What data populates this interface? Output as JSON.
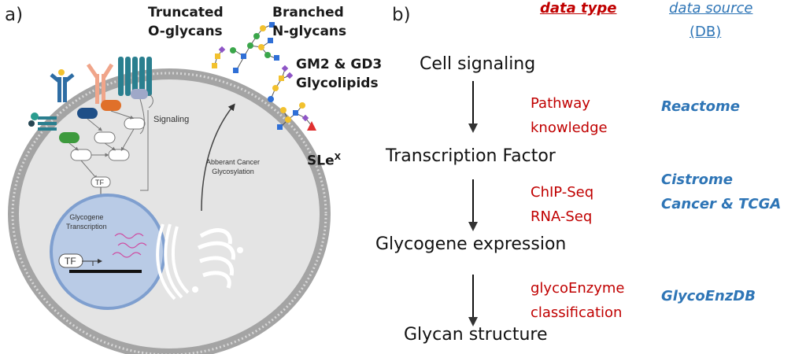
{
  "panel_a": {
    "label": "a)",
    "glycan_labels": {
      "truncated": [
        "Truncated",
        "O-glycans"
      ],
      "branched": [
        "Branched",
        "N-glycans"
      ],
      "gm2": [
        "GM2 & GD3",
        "Glycolipids"
      ],
      "slex_base": "SLe",
      "slex_sup": "X"
    },
    "cell_labels": {
      "signaling": "Signaling",
      "aberrant": [
        "Abberant Cancer",
        "Glycosylation"
      ],
      "tf_small": "TF",
      "nucleus": [
        "Glycogene",
        "Transcription"
      ],
      "tf_nucleus": "TF"
    }
  },
  "panel_b": {
    "label": "b)",
    "header": {
      "data_type": "data type",
      "data_source": "data source",
      "db": "(DB)"
    },
    "steps": [
      "Cell signaling",
      "Transcription Factor",
      "Glycogene expression",
      "Glycan structure"
    ],
    "data_types": [
      [
        "Pathway",
        "knowledge"
      ],
      [
        "ChIP-Seq",
        "RNA-Seq"
      ],
      [
        "glycoEnzyme",
        "classification"
      ]
    ],
    "data_sources": [
      [
        "Reactome"
      ],
      [
        "Cistrome",
        "Cancer & TCGA"
      ],
      [
        "GlycoEnzDB"
      ]
    ]
  },
  "colors": {
    "data_type": "#c00000",
    "data_source": "#2e75b6",
    "membrane": "#9a9a9a",
    "cytoplasm": "#e3e3e3",
    "nucleus": "#b9cbe6",
    "receptor_blue": "#2e6da4",
    "receptor_orange": "#f0a58a",
    "receptor_teal": "#2a7f8f",
    "node_orange": "#e0702a",
    "node_navy": "#1f4f87",
    "node_green": "#3d9a3d",
    "glycan_blue": "#2f6fd6",
    "glycan_yellow": "#f2c12e",
    "glycan_green": "#3aa64a",
    "glycan_purple": "#8e55c6",
    "glycan_red": "#e03030"
  }
}
